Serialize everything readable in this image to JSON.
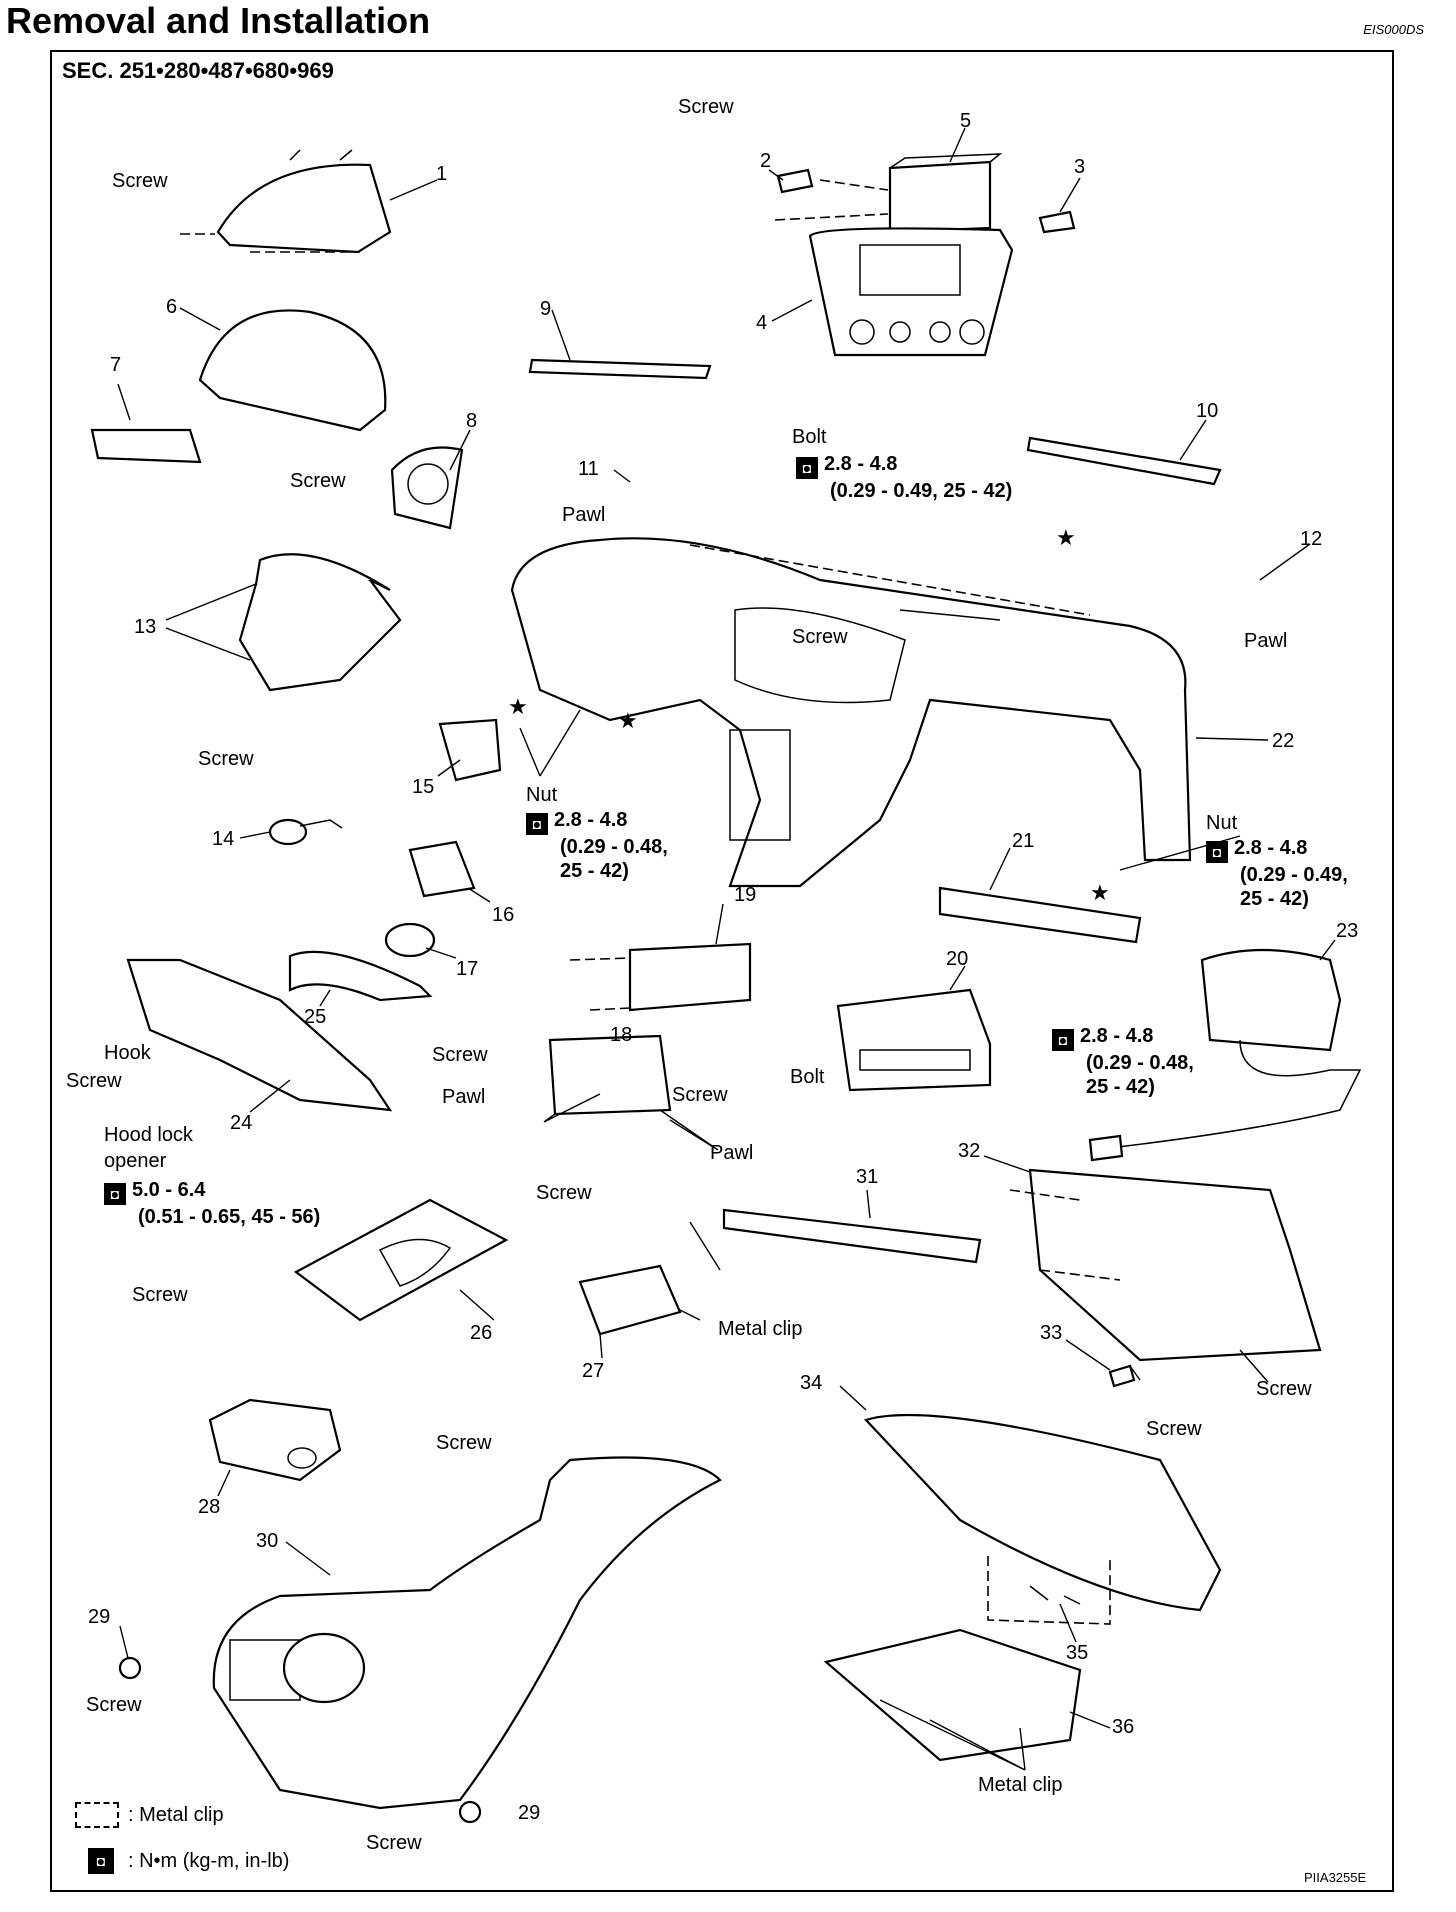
{
  "header": {
    "title": "Removal and Installation",
    "doc_code": "EIS000DS",
    "section": "SEC. 251•280•487•680•969"
  },
  "figure_code": "PIIA3255E",
  "legend": {
    "metal_clip": ": Metal clip",
    "torque_units": ": N•m (kg-m, in-lb)"
  },
  "part_numbers": [
    "1",
    "2",
    "3",
    "4",
    "5",
    "6",
    "7",
    "8",
    "9",
    "10",
    "11",
    "12",
    "13",
    "14",
    "15",
    "16",
    "17",
    "18",
    "19",
    "20",
    "21",
    "22",
    "23",
    "24",
    "25",
    "26",
    "27",
    "28",
    "29",
    "29",
    "30",
    "31",
    "32",
    "33",
    "34",
    "35",
    "36"
  ],
  "callouts": {
    "screw": "Screw",
    "pawl": "Pawl",
    "bolt": "Bolt",
    "nut": "Nut",
    "hook": "Hook",
    "hood_lock_1": "Hood lock",
    "hood_lock_2": "opener",
    "metal_clip": "Metal clip"
  },
  "torques": {
    "bolt_top": [
      "2.8 - 4.8",
      "(0.29 - 0.49, 25 - 42)"
    ],
    "nut_left": [
      "2.8 - 4.8",
      "(0.29 - 0.48,",
      "25 - 42)"
    ],
    "nut_right": [
      "2.8 - 4.8",
      "(0.29 - 0.49,",
      "25 - 42)"
    ],
    "bracket": [
      "2.8 - 4.8",
      "(0.29 - 0.48,",
      "25 - 42)"
    ],
    "hood_lock": [
      "5.0 - 6.4",
      "(0.51 - 0.65, 45 - 56)"
    ]
  },
  "icons": {
    "torque": "torque-wrench-icon",
    "star": "star-icon"
  }
}
